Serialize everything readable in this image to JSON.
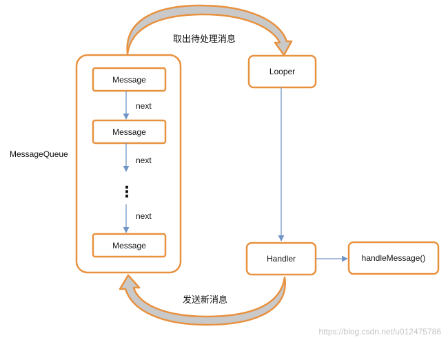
{
  "queue": {
    "label": "MessageQueue",
    "messages": [
      "Message",
      "Message",
      "Message"
    ],
    "next_labels": [
      "next",
      "next",
      "next"
    ],
    "ellipsis": "⋮"
  },
  "looper": {
    "label": "Looper"
  },
  "handler": {
    "label": "Handler"
  },
  "handle_message": {
    "label": "handleMessage()"
  },
  "arrows": {
    "take_pending": "取出待处理消息",
    "send_new": "发送新消息"
  },
  "watermark": "https://blog.csdn.net/u012475786",
  "colors": {
    "box_border": "#e8913f",
    "curve_fill": "#c9c9c9",
    "connector": "#6f94c7"
  }
}
